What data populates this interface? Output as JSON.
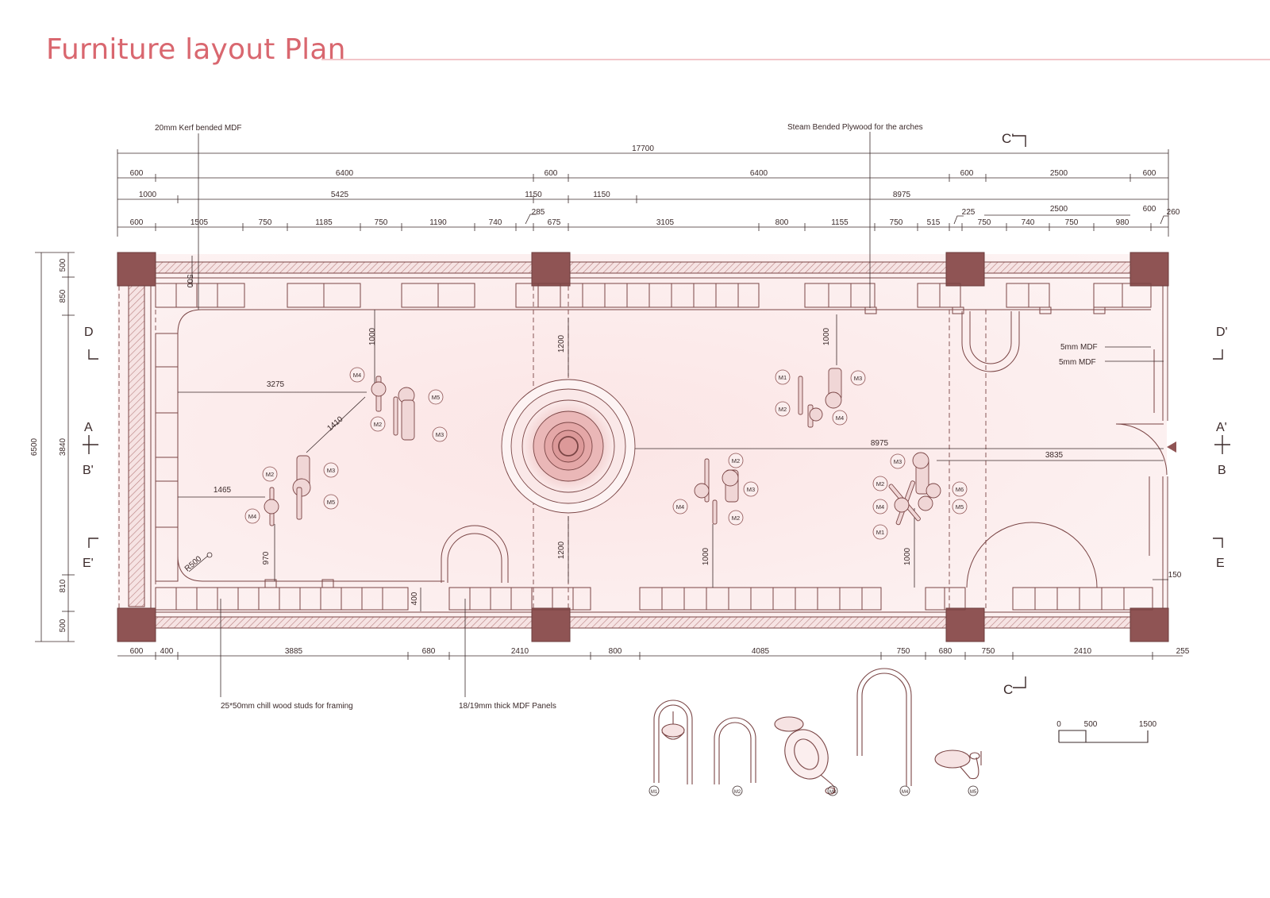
{
  "title": "Furniture layout Plan",
  "notes": {
    "kerf": "20mm Kerf bended MDF",
    "steam": "Steam Bended Plywood for the arches",
    "studs": "25*50mm chill wood studs for framing",
    "panels": "18/19mm thick MDF Panels",
    "mdf_top": "5mm MDF",
    "mdf_bottom": "5mm MDF",
    "radius": "R500"
  },
  "dims": {
    "overall": "17700",
    "row1": [
      "600",
      "6400",
      "600",
      "6400",
      "600",
      "2500",
      "600"
    ],
    "row2": [
      "1000",
      "5425",
      "1150",
      "1150",
      "8975"
    ],
    "row3": [
      "600",
      "1505",
      "750",
      "1185",
      "750",
      "1190",
      "740",
      "285",
      "675",
      "3105",
      "800",
      "1155",
      "750",
      "515",
      "225",
      "750",
      "740",
      "750",
      "980",
      "2500",
      "600",
      "260"
    ],
    "bottom": [
      "600",
      "400",
      "3885",
      "680",
      "2410",
      "800",
      "4085",
      "750",
      "680",
      "750",
      "2410",
      "255"
    ],
    "left_total": "6500",
    "left": [
      "500",
      "850",
      "3840",
      "810",
      "500"
    ],
    "inner": {
      "d1000a": "1000",
      "d1200a": "1200",
      "d1000b": "1000",
      "d3275": "3275",
      "d1410": "1410",
      "d1465": "1465",
      "d970": "970",
      "d400": "400",
      "d1200b": "1200",
      "d1000c": "1000",
      "d1000d": "1000",
      "d8975": "8975",
      "d3835": "3835",
      "d150": "150",
      "d500": "500"
    }
  },
  "sections": {
    "c_top": "C'",
    "c_bottom": "C",
    "d_left": "D",
    "d_right": "D'",
    "a_left": "A",
    "a_right": "A'",
    "b_left": "B'",
    "b_right": "B",
    "e_left": "E'",
    "e_right": "E"
  },
  "modules": {
    "m1": "M1",
    "m2": "M2",
    "m3": "M3",
    "m4": "M4",
    "m5": "M5",
    "m6": "M6"
  },
  "scale": [
    "0",
    "500",
    "1500"
  ],
  "colors": {
    "title": "#d9676f",
    "line": "#7a4545",
    "column": "#8f5454",
    "wall_hatch": "#b98080",
    "floor": "#fbecec"
  }
}
